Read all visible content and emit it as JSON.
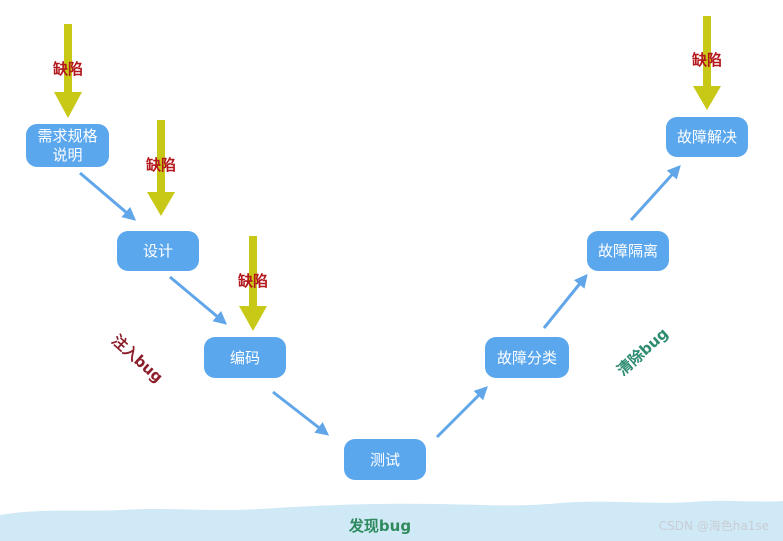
{
  "nodes": {
    "requirements": {
      "line1": "需求规格",
      "line2": "说明"
    },
    "design": "设计",
    "coding": "编码",
    "testing": "测试",
    "fault_classification": "故障分类",
    "fault_isolation": "故障隔离",
    "fault_resolution": "故障解决"
  },
  "defect_label": "缺陷",
  "phases": {
    "inject": "注入bug",
    "discover": "发现bug",
    "clear": "清除bug"
  },
  "watermark": "CSDN @海色ha1se",
  "colors": {
    "node_fill": "#5ba7ee",
    "connector_arrow": "#62a6ea",
    "defect_arrow": "#c8c816",
    "defect_text": "#b3181c",
    "inject_text": "#8b1e2a",
    "discover_text": "#2f8a5e",
    "clear_text": "#2e8c72",
    "water": "#cfe9f6"
  }
}
